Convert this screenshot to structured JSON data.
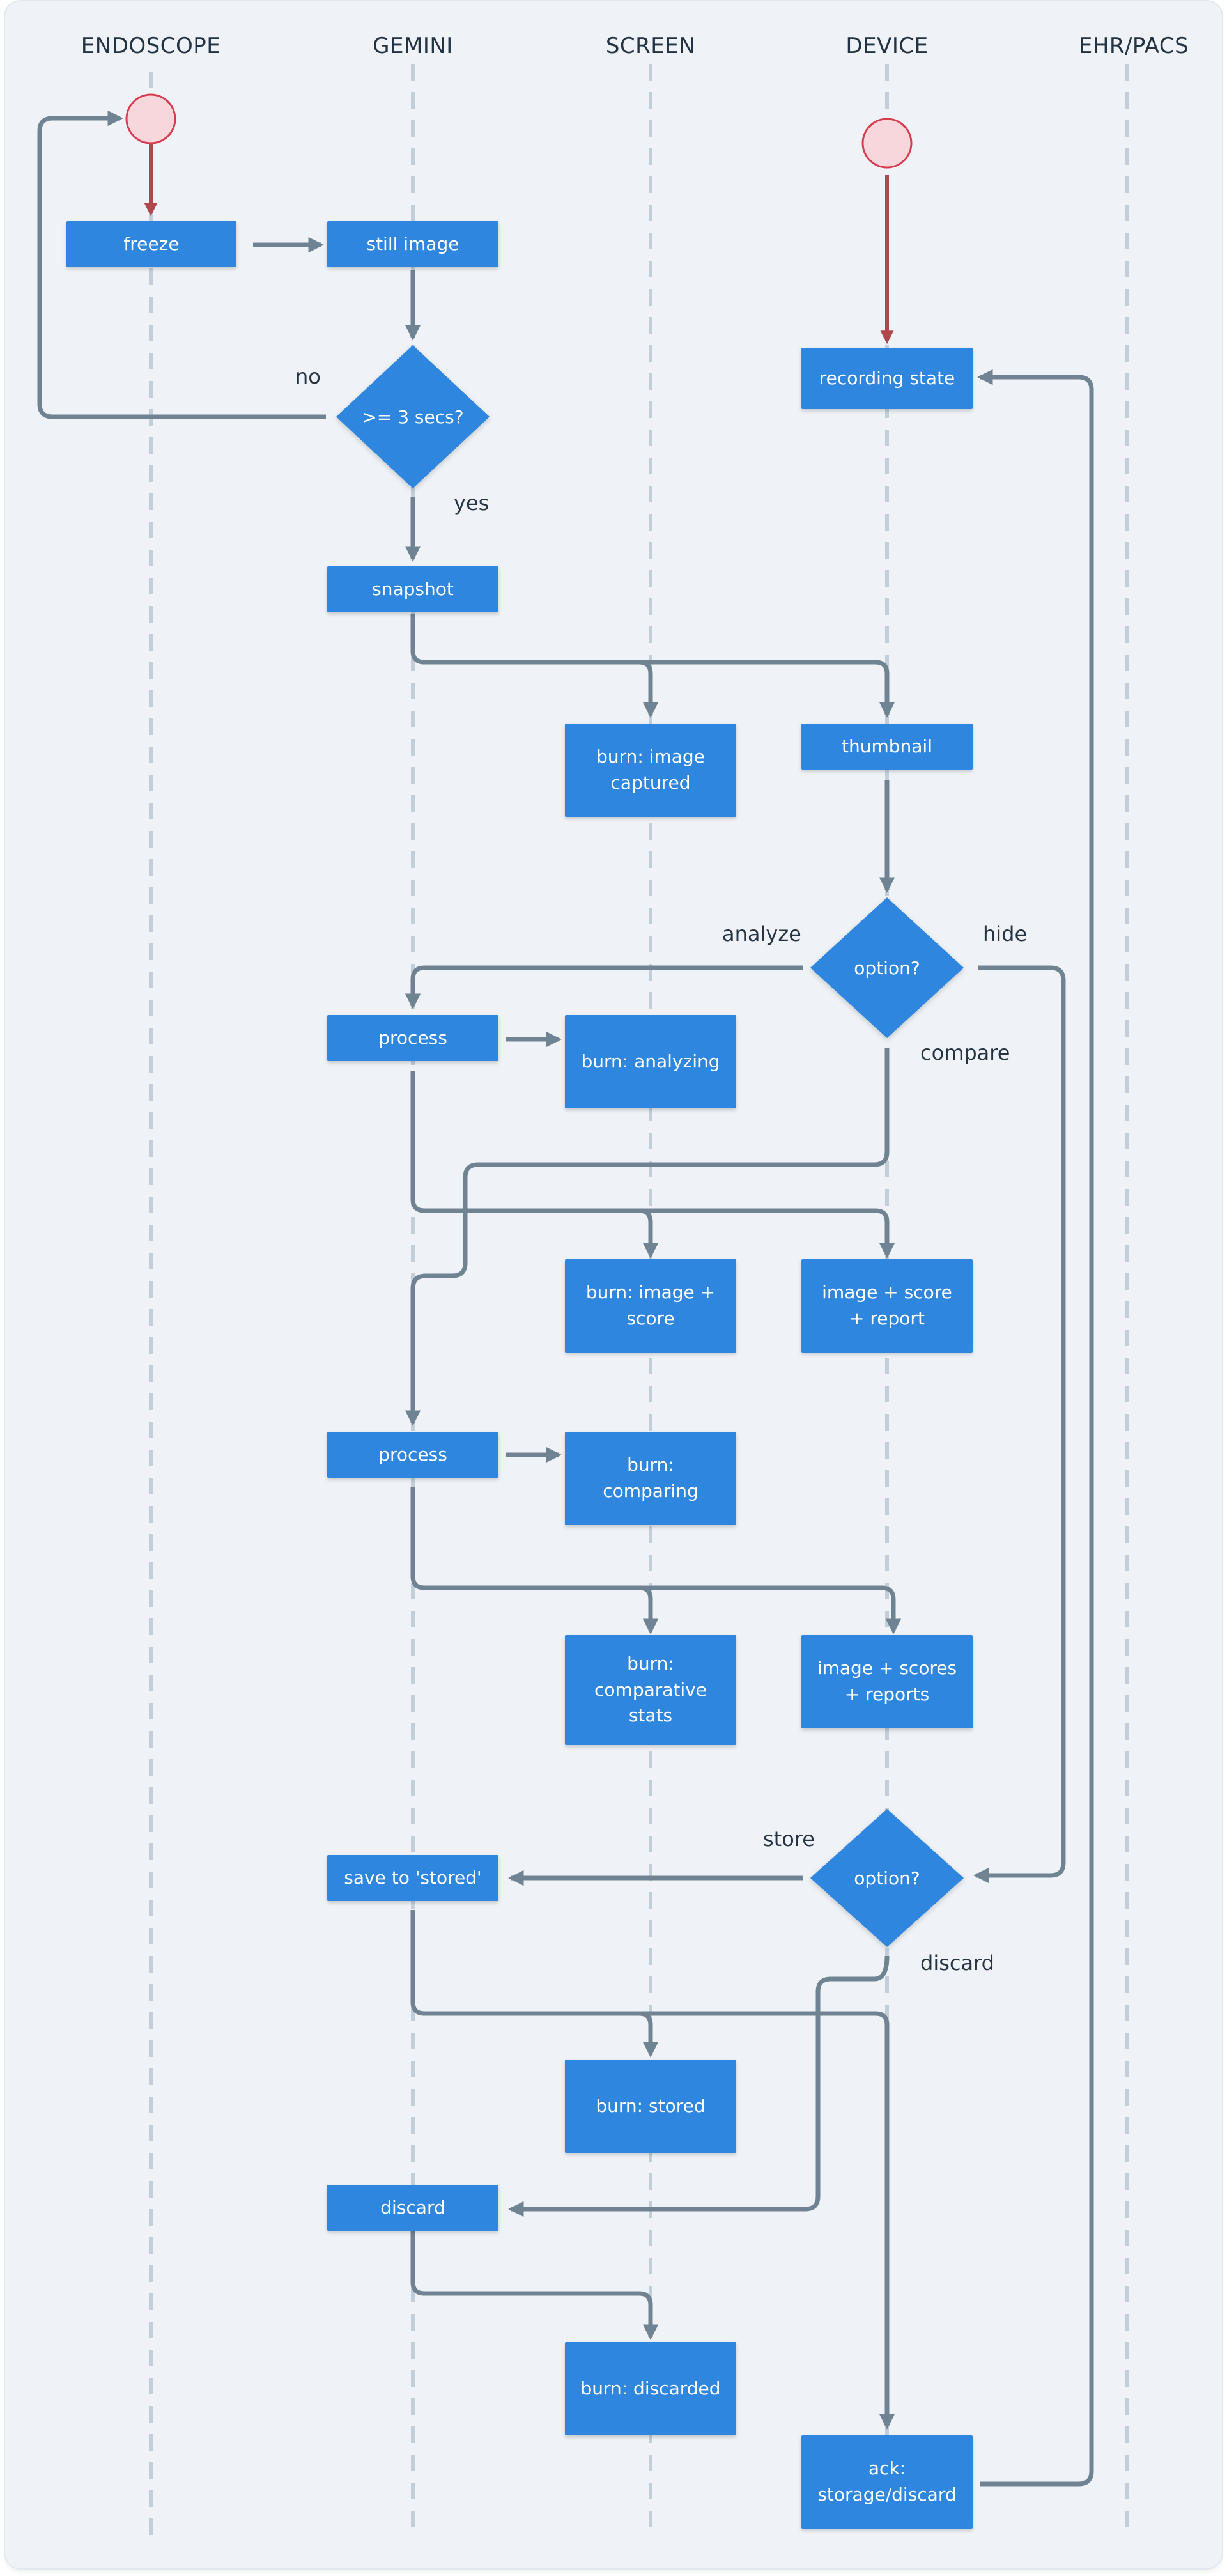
{
  "lanes": {
    "endoscope": "ENDOSCOPE",
    "gemini": "GEMINI",
    "screen": "SCREEN",
    "device": "DEVICE",
    "ehr": "EHR/PACS"
  },
  "nodes": {
    "freeze": "freeze",
    "still_image": "still image",
    "decision_3secs": ">= 3 secs?",
    "snapshot": "snapshot",
    "recording_state": "recording state",
    "burn_image_captured": "burn: image captured",
    "thumbnail": "thumbnail",
    "option_1": "option?",
    "process_analyze": "process",
    "burn_analyzing": "burn: analyzing",
    "burn_image_score": "burn: image + score",
    "image_score_report": "image + score + report",
    "process_compare": "process",
    "burn_comparing": "burn: comparing",
    "burn_comparative_stats": "burn: comparative stats",
    "image_scores_reports": "image + scores + reports",
    "option_2": "option?",
    "save_stored": "save to 'stored'",
    "burn_stored": "burn: stored",
    "discard": "discard",
    "burn_discarded": "burn: discarded",
    "ack": "ack: storage/discard"
  },
  "edge_labels": {
    "no": "no",
    "yes": "yes",
    "analyze": "analyze",
    "hide": "hide",
    "compare": "compare",
    "store": "store",
    "discard": "discard"
  },
  "colors": {
    "node": "#2e86de",
    "connector": "#708392",
    "start_stroke": "#d83a4e",
    "start_fill": "#f8d7dc",
    "start_arrow": "#b0474d",
    "lane_line": "#c2cfdb"
  }
}
